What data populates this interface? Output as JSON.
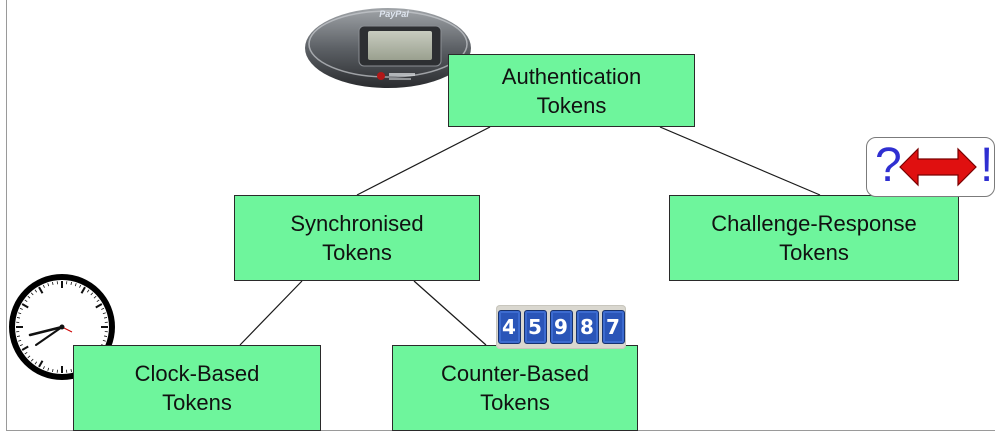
{
  "diagram": {
    "nodes": [
      {
        "id": "auth",
        "label": "Authentication\nTokens"
      },
      {
        "id": "sync",
        "label": "Synchronised\nTokens"
      },
      {
        "id": "cr",
        "label": "Challenge-Response\nTokens"
      },
      {
        "id": "clock",
        "label": "Clock-Based\nTokens"
      },
      {
        "id": "counter",
        "label": "Counter-Based\nTokens"
      }
    ],
    "edges": [
      {
        "from": "auth",
        "to": "sync"
      },
      {
        "from": "auth",
        "to": "cr"
      },
      {
        "from": "sync",
        "to": "clock"
      },
      {
        "from": "sync",
        "to": "counter"
      }
    ]
  },
  "images": {
    "token_device": {
      "icon": "paypal-security-key-icon",
      "brand_text": "PayPal"
    },
    "clock": {
      "icon": "analog-clock-icon"
    },
    "counter": {
      "icon": "mechanical-counter-icon",
      "digits": [
        "4",
        "5",
        "9",
        "8",
        "7"
      ]
    },
    "challenge_response": {
      "icon": "question-arrow-exclamation-icon",
      "left": "?",
      "right": "!"
    }
  },
  "colors": {
    "node_fill": "#6ef59c",
    "counter_digit": "#2a55b8",
    "arrow_red": "#e01010",
    "glyph_blue": "#2f2fd1"
  }
}
